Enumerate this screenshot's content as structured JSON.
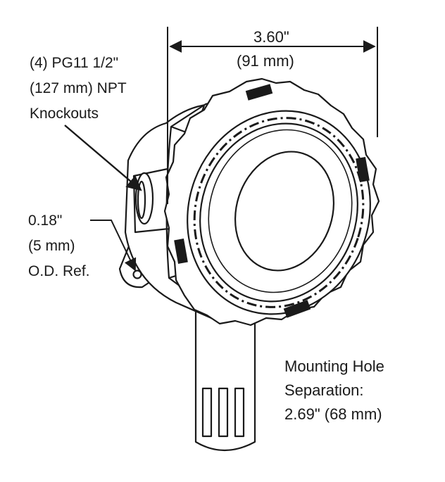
{
  "labels": {
    "width_in": "3.60\"",
    "width_mm": "(91 mm)",
    "knockouts_line1": "(4) PG11 1/2\"",
    "knockouts_line2": "(127 mm) NPT",
    "knockouts_line3": "Knockouts",
    "od_line1": "0.18\"",
    "od_line2": "(5 mm)",
    "od_line3": "O.D. Ref.",
    "mount_line1": "Mounting Hole",
    "mount_line2": "Separation:",
    "mount_line3": "2.69\" (68 mm)"
  },
  "colors": {
    "ink": "#1a1a1a",
    "background": "#ffffff"
  }
}
